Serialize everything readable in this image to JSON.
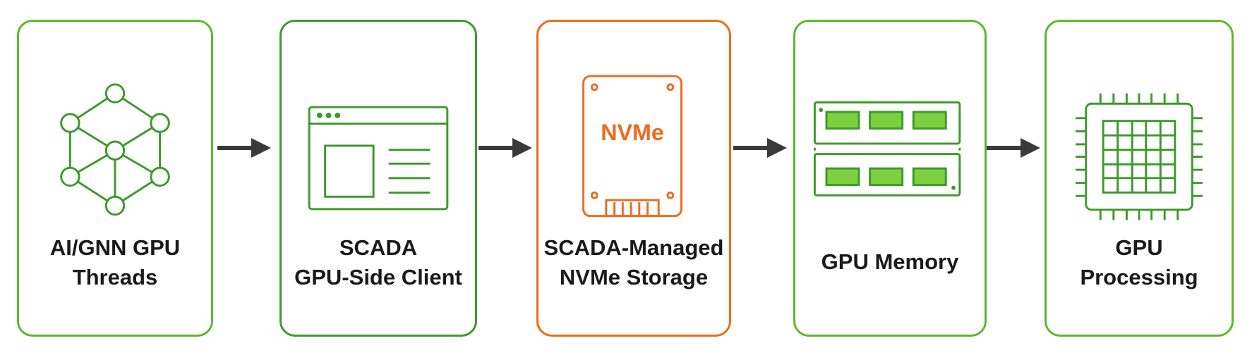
{
  "colors": {
    "green": "#5cb82e",
    "dark_green": "#3c9a2a",
    "orange": "#ec6c1f",
    "fill_green": "#7dd140",
    "arrow": "#3a3a3a",
    "text": "#1a1a1a"
  },
  "steps": [
    {
      "icon": "graph-network-icon",
      "label_lines": [
        "AI/GNN GPU",
        "Threads"
      ]
    },
    {
      "icon": "browser-window-icon",
      "label_lines": [
        "SCADA",
        "GPU-Side Client"
      ]
    },
    {
      "icon": "nvme-ssd-icon",
      "icon_text": "NVMe",
      "label_lines": [
        "SCADA-Managed",
        "NVMe Storage"
      ]
    },
    {
      "icon": "memory-module-icon",
      "label_lines": [
        "GPU Memory"
      ]
    },
    {
      "icon": "gpu-chip-icon",
      "label_lines": [
        "GPU",
        "Processing"
      ]
    }
  ],
  "arrows": [
    "right-arrow-icon",
    "right-arrow-icon",
    "right-arrow-icon",
    "right-arrow-icon"
  ]
}
